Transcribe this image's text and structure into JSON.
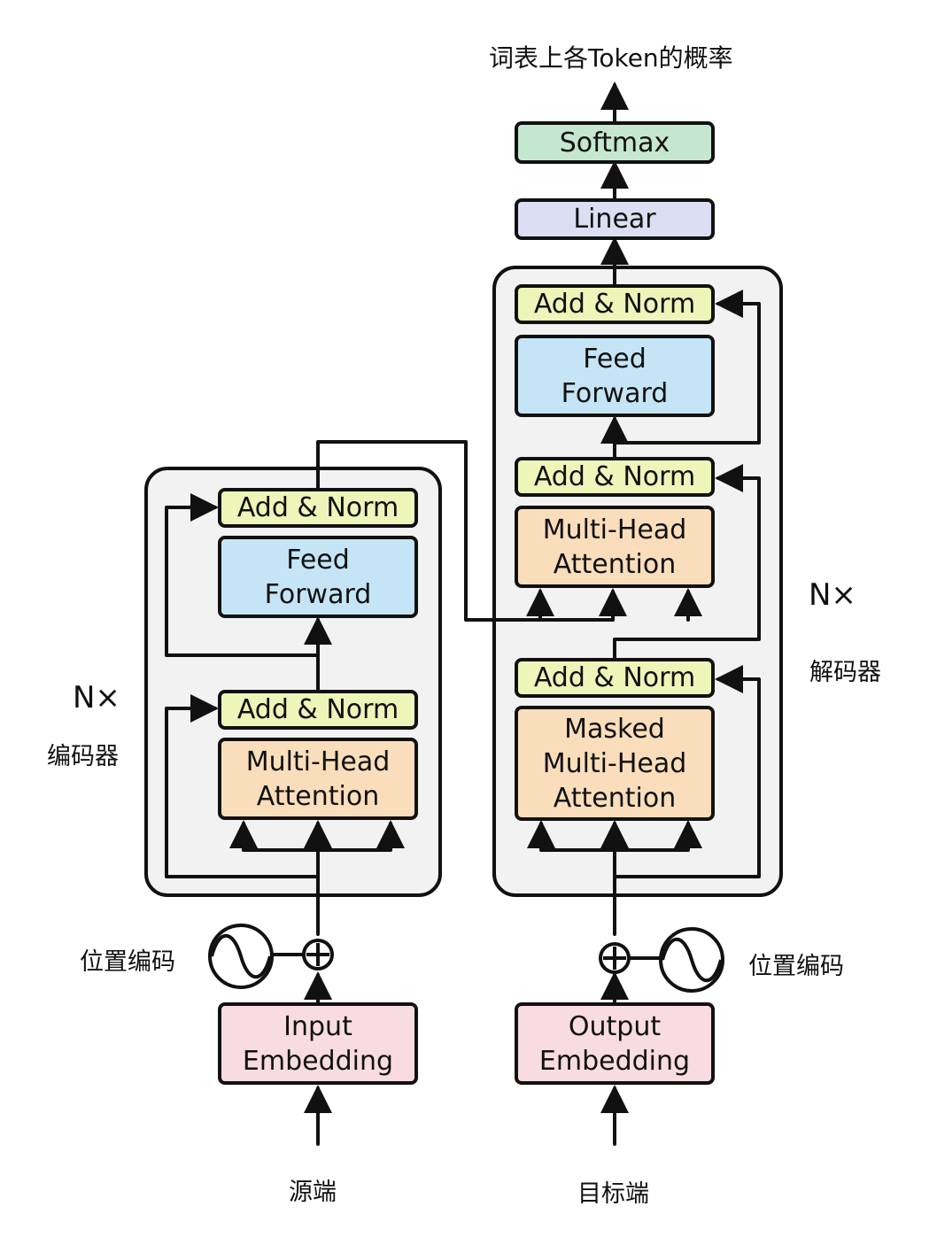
{
  "output": {
    "label": "词表上各Token的概率"
  },
  "decoder": {
    "softmax": "Softmax",
    "linear": "Linear",
    "ffn_norm": "Add & Norm",
    "ffn": [
      "Feed",
      "Forward"
    ],
    "cross_norm": "Add & Norm",
    "cross_attn": [
      "Multi-Head",
      "Attention"
    ],
    "self_norm": "Add & Norm",
    "self_attn": [
      "Masked",
      "Multi-Head",
      "Attention"
    ],
    "nx": "N×",
    "label": "解码器"
  },
  "encoder": {
    "ffn_norm": "Add & Norm",
    "ffn": [
      "Feed",
      "Forward"
    ],
    "attn_norm": "Add & Norm",
    "attn": [
      "Multi-Head",
      "Attention"
    ],
    "nx": "N×",
    "label": "编码器"
  },
  "inputs": {
    "encoder_embedding": [
      "Input",
      "Embedding"
    ],
    "decoder_embedding": [
      "Output",
      "Embedding"
    ],
    "encoder_pos": "位置编码",
    "decoder_pos": "位置编码",
    "source": "源端",
    "target": "目标端"
  },
  "colors": {
    "add_norm": "#eef5b9",
    "feed_forward": "#c5e5f6",
    "attention": "#fadebb",
    "embedding": "#f8dce1",
    "linear": "#dcdff3",
    "softmax": "#c6e7cf",
    "panel": "#f2f2f2"
  },
  "icons": [
    "positional-encoding-wave-icon",
    "add-circle-icon",
    "arrow-icon"
  ]
}
